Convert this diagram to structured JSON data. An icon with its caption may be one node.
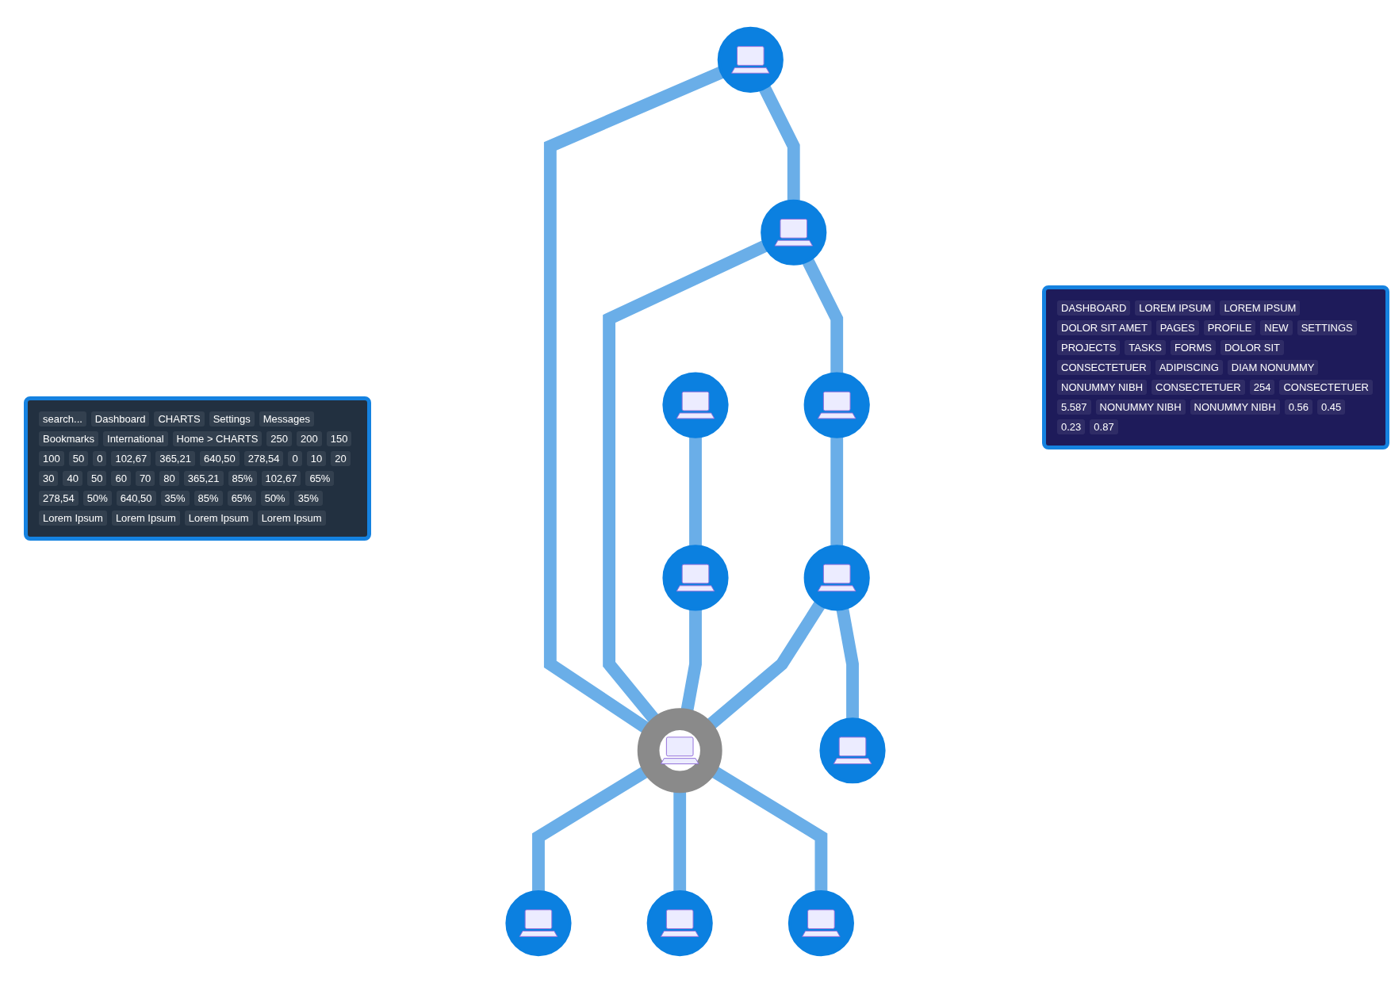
{
  "diagram": {
    "nodes": [
      {
        "text": [],
        "shape": "circle"
      },
      {
        "text": [],
        "shape": "circle"
      },
      {
        "text": [],
        "shape": "circle"
      },
      {
        "text": [],
        "shape": "circle"
      },
      {
        "text": [],
        "shape": "circle"
      },
      {
        "text": [],
        "shape": "circle"
      },
      {
        "text": [],
        "shape": "circle"
      },
      {
        "text": [],
        "shape": "circle"
      },
      {
        "text": [],
        "shape": "circle"
      },
      {
        "text": [],
        "shape": "circle"
      },
      {
        "text": [],
        "shape": "circle"
      }
    ],
    "edges": [
      {
        "from": 0,
        "to": 2,
        "arrow": "none"
      },
      {
        "from": 0,
        "to": 6,
        "arrow": "none"
      },
      {
        "from": 2,
        "to": 1,
        "arrow": "none"
      },
      {
        "from": 2,
        "to": 6,
        "arrow": "none"
      },
      {
        "from": 1,
        "to": 4,
        "arrow": "none"
      },
      {
        "from": 3,
        "to": 5,
        "arrow": "none"
      },
      {
        "from": 5,
        "to": 6,
        "arrow": "none"
      },
      {
        "from": 4,
        "to": 6,
        "arrow": "none"
      },
      {
        "from": 4,
        "to": 7,
        "arrow": "none"
      },
      {
        "from": 6,
        "to": 8,
        "arrow": "none"
      },
      {
        "from": 6,
        "to": 9,
        "arrow": "none"
      },
      {
        "from": 6,
        "to": 10,
        "arrow": "none"
      }
    ],
    "labels": [
      "search...",
      "Dashboard",
      "CHARTS",
      "Settings",
      "Messages",
      "Bookmarks",
      "International",
      "Home > CHARTS",
      "250",
      "200",
      "150",
      "100",
      "50",
      "0",
      "102,67",
      "365,21",
      "640,50",
      "278,54",
      "0",
      "10",
      "20",
      "30",
      "40",
      "50",
      "60",
      "70",
      "80",
      "365,21",
      "85%",
      "102,67",
      "65%",
      "278,54",
      "50%",
      "640,50",
      "35%",
      "85%",
      "65%",
      "50%",
      "35%",
      "Lorem Ipsum",
      "Lorem Ipsum",
      "Lorem Ipsum",
      "Lorem Ipsum",
      "DASHBOARD",
      "LOREM IPSUM",
      "LOREM IPSUM",
      "DOLOR SIT AMET",
      "PAGES",
      "PROFILE",
      "NEW",
      "SETTINGS",
      "PROJECTS",
      "TASKS",
      "FORMS",
      "DOLOR SIT",
      "CONSECTETUER",
      "ADIPISCING",
      "DIAM NONUMMY",
      "NONUMMY NIBH",
      "CONSECTETUER",
      "254",
      "CONSECTETUER",
      "5.587",
      "NONUMMY NIBH",
      "NONUMMY NIBH",
      "0.56",
      "0.45",
      "0.23",
      "0.87"
    ]
  }
}
